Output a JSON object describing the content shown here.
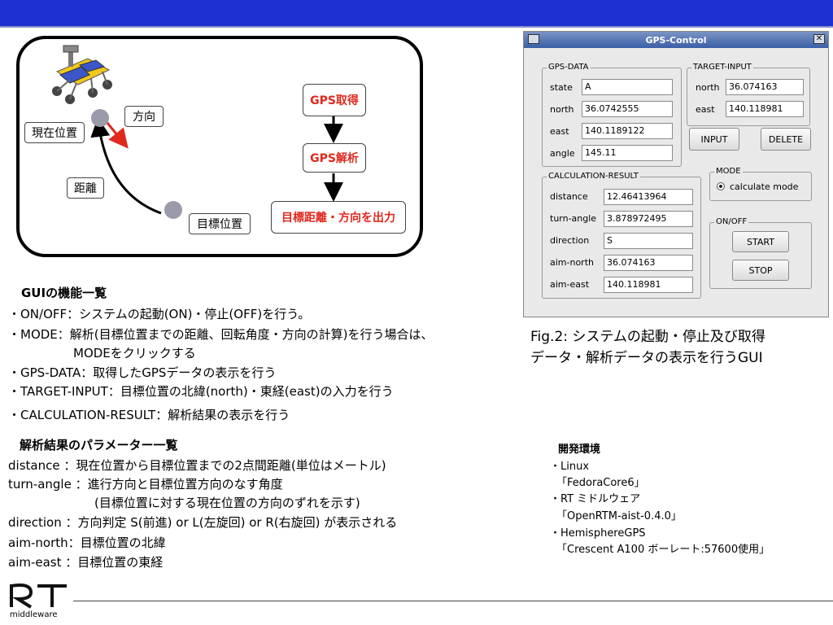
{
  "diagram": {
    "flow": {
      "gps_acquire": "GPS取得",
      "gps_analyze": "GPS解析",
      "output": "目標距離・方向を出力"
    },
    "labels": {
      "direction": "方向",
      "current_position": "現在位置",
      "distance": "距離",
      "target_position": "目標位置"
    }
  },
  "gui_functions": {
    "title": "GUIの機能一覧",
    "items": [
      "・ON/OFF：システムの起動(ON)・停止(OFF)を行う。",
      "・MODE：解析(目標位置までの距離、回転角度・方向の計算)を行う場合は、",
      "MODEをクリックする",
      "・GPS-DATA：取得したGPSデータの表示を行う",
      "・TARGET-INPUT：目標位置の北緯(north)・東経(east)の入力を行う",
      "・CALCULATION-RESULT：解析結果の表示を行う"
    ]
  },
  "params": {
    "title": "解析結果のパラメーター一覧",
    "items": [
      "distance ：現在位置から目標位置までの2点間距離(単位はメートル)",
      "turn-angle ：進行方向と目標位置方向のなす角度",
      "(目標位置に対する現在位置の方向のずれを示す)",
      "direction ：方向判定 S(前進) or L(左旋回) or R(右旋回) が表示される",
      "aim-north：目標位置の北緯",
      "aim-east ：目標位置の東経"
    ]
  },
  "gps_window": {
    "title": "GPS-Control",
    "close_glyph": "✕",
    "gps_data": {
      "title": "GPS-DATA",
      "fields": [
        {
          "label": "state",
          "value": "A"
        },
        {
          "label": "north",
          "value": "36.0742555"
        },
        {
          "label": "east",
          "value": "140.1189122"
        },
        {
          "label": "angle",
          "value": "145.11"
        }
      ]
    },
    "target_input": {
      "title": "TARGET-INPUT",
      "fields": [
        {
          "label": "north",
          "value": "36.074163"
        },
        {
          "label": "east",
          "value": "140.118981"
        }
      ],
      "input_button": "INPUT",
      "delete_button": "DELETE"
    },
    "calc_result": {
      "title": "CALCULATION-RESULT",
      "fields": [
        {
          "label": "distance",
          "value": "12.46413964"
        },
        {
          "label": "turn-angle",
          "value": "3.878972495"
        },
        {
          "label": "direction",
          "value": "S"
        },
        {
          "label": "aim-north",
          "value": "36.074163"
        },
        {
          "label": "aim-east",
          "value": "140.118981"
        }
      ]
    },
    "mode": {
      "title": "MODE",
      "option": "calculate mode",
      "selected": true
    },
    "onoff": {
      "title": "ON/OFF",
      "start_button": "START",
      "stop_button": "STOP"
    }
  },
  "caption": {
    "line1": "Fig.2: システムの起動・停止及び取得",
    "line2": "データ・解析データの表示を行うGUI"
  },
  "environment": {
    "title": "開発環境",
    "items": [
      "・Linux",
      "「FedoraCore6」",
      "・RT ミドルウェア",
      "「OpenRTM-aist-0.4.0」",
      "・HemisphereGPS",
      "「Crescent A100 ボーレート:57600使用」"
    ]
  },
  "logo": {
    "mark": "RT",
    "text": "middleware"
  },
  "colors": {
    "header_bar": "#1c2fd0",
    "flow_text": "#e0281e",
    "direction_arrow": "#e0281e"
  }
}
